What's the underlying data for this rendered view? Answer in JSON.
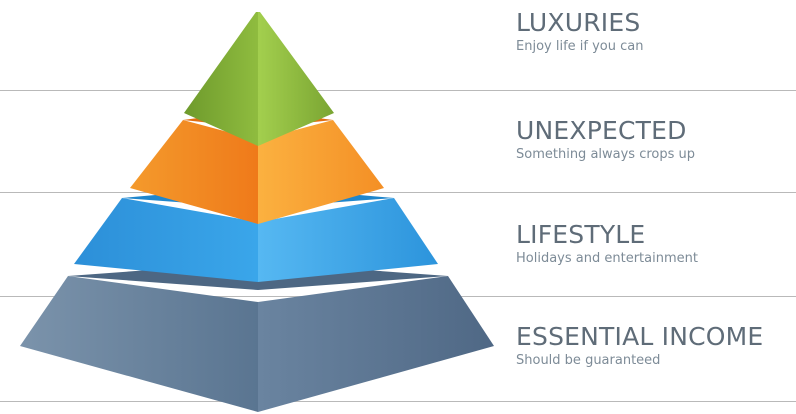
{
  "tiers": [
    {
      "title": "LUXURIES",
      "subtitle": "Enjoy life if you can",
      "color": "#7fae3a"
    },
    {
      "title": "UNEXPECTED",
      "subtitle": "Something always crops up",
      "color": "#f38a25"
    },
    {
      "title": "LIFESTYLE",
      "subtitle": "Holidays and entertainment",
      "color": "#2b9be0"
    },
    {
      "title": "ESSENTIAL INCOME",
      "subtitle": "Should be guaranteed",
      "color": "#5e7b98"
    }
  ]
}
